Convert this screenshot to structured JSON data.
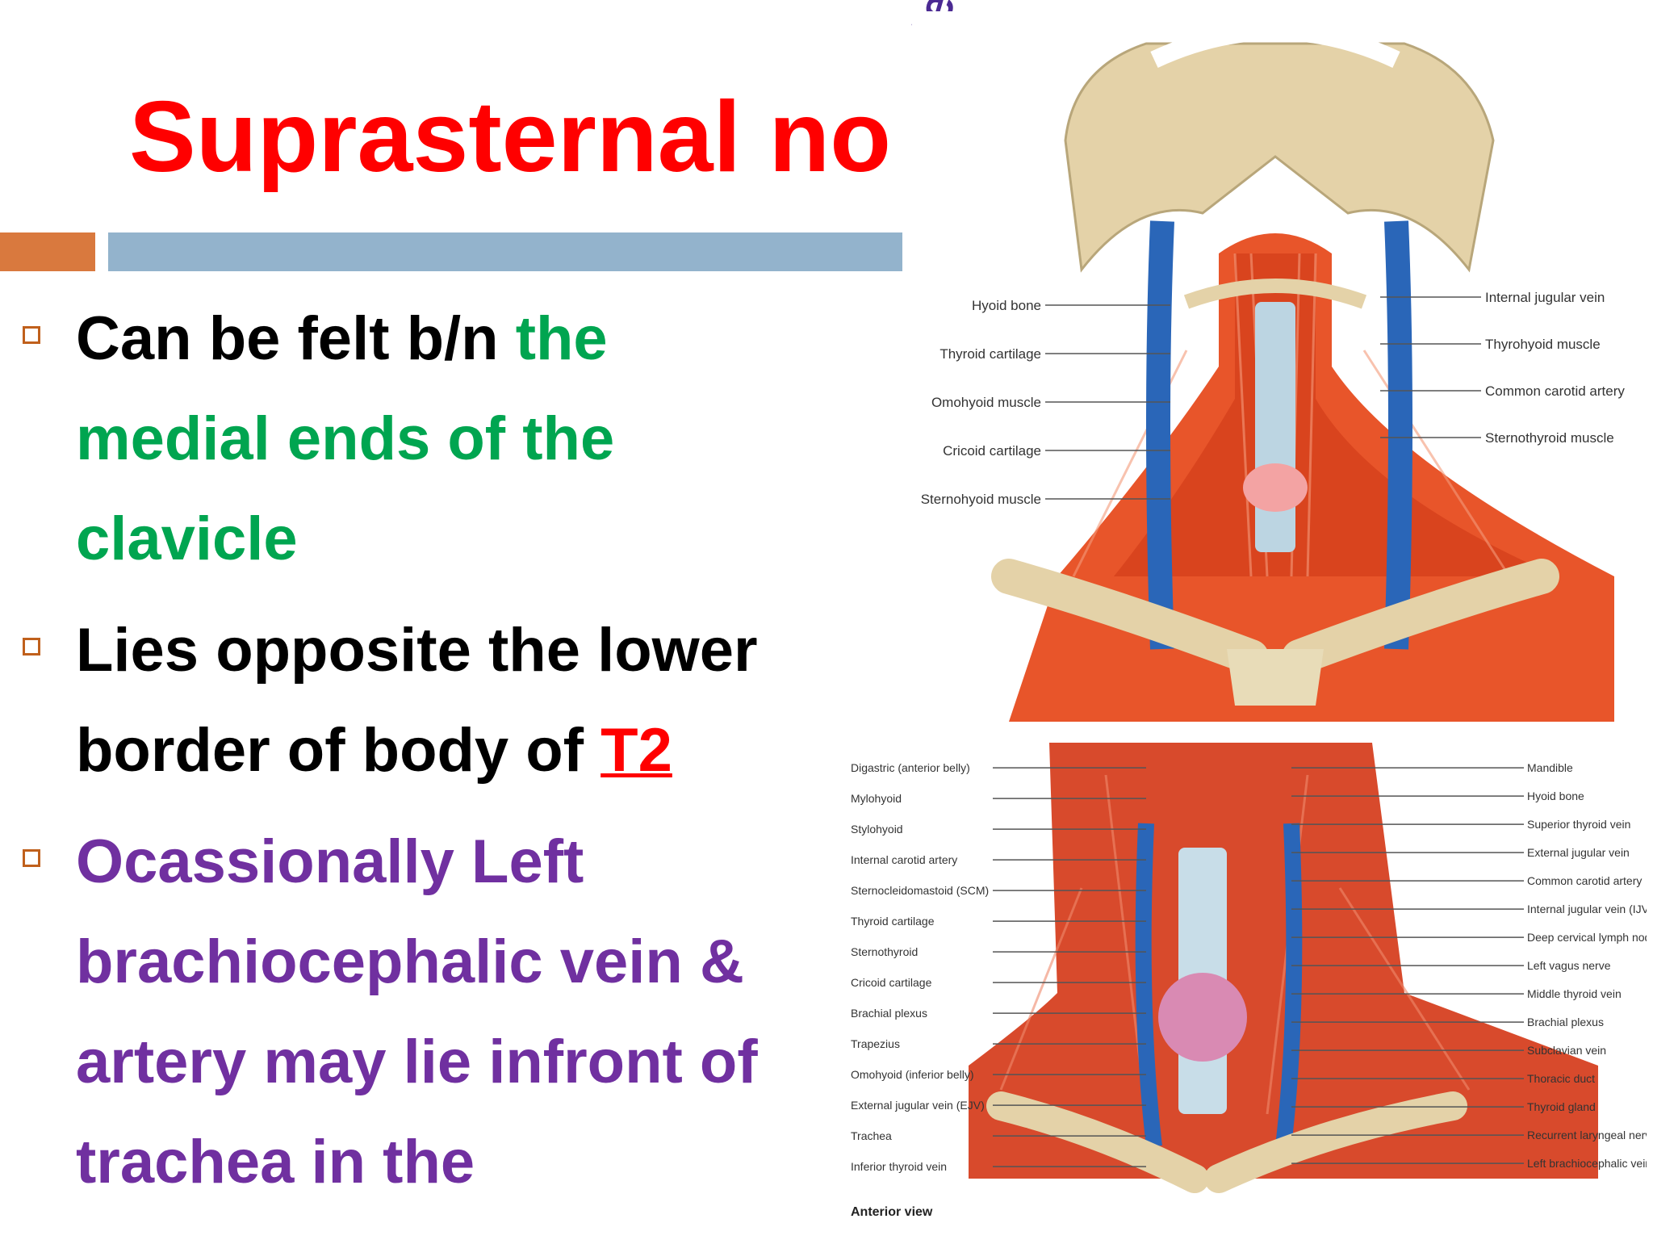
{
  "slide": {
    "title": "Suprasternal no",
    "title_overlap": "cles",
    "bullets": [
      {
        "parts": [
          {
            "text": "Can be felt b/n ",
            "style": "black"
          },
          {
            "text": "the medial ends of the clavicle",
            "style": "green"
          }
        ]
      },
      {
        "parts": [
          {
            "text": "Lies opposite the lower border of body of ",
            "style": "black"
          },
          {
            "text": "T2",
            "style": "red-underline"
          }
        ]
      },
      {
        "parts": [
          {
            "text": "Ocassionally Left brachiocephalic vein & artery may lie infront of trachea in the",
            "style": "purple"
          }
        ]
      }
    ]
  },
  "figure_top": {
    "labels_left": [
      "Hyoid bone",
      "Thyroid cartilage",
      "Omohyoid muscle",
      "Cricoid cartilage",
      "Sternohyoid muscle"
    ],
    "labels_right": [
      "Internal jugular vein",
      "Thyrohyoid muscle",
      "Common carotid artery",
      "Sternothyroid muscle"
    ]
  },
  "figure_bottom": {
    "labels_left": [
      "Digastric (anterior belly)",
      "Mylohyoid",
      "Stylohyoid",
      "Internal carotid artery",
      "Sternocleidomastoid (SCM)",
      "Thyroid cartilage",
      "Sternothyroid",
      "Cricoid cartilage",
      "Brachial plexus",
      "Trapezius",
      "Omohyoid (inferior belly)",
      "External jugular vein (EJV)",
      "Trachea",
      "Inferior thyroid vein"
    ],
    "labels_right": [
      "Mandible",
      "Hyoid bone",
      "Superior thyroid vein",
      "External jugular vein",
      "Common carotid artery",
      "Internal jugular vein (IJV)",
      "Deep cervical lymph node",
      "Left vagus nerve",
      "Middle thyroid vein",
      "Brachial plexus",
      "Subclavian vein",
      "Thoracic duct",
      "Thyroid gland",
      "Recurrent laryngeal nerve",
      "Left brachiocephalic vein"
    ],
    "caption": "Anterior view"
  },
  "colors": {
    "title": "#ff0000",
    "green": "#00a550",
    "purple": "#7030a0",
    "bar_orange": "#d9793e",
    "bar_blue": "#93b3cc"
  }
}
